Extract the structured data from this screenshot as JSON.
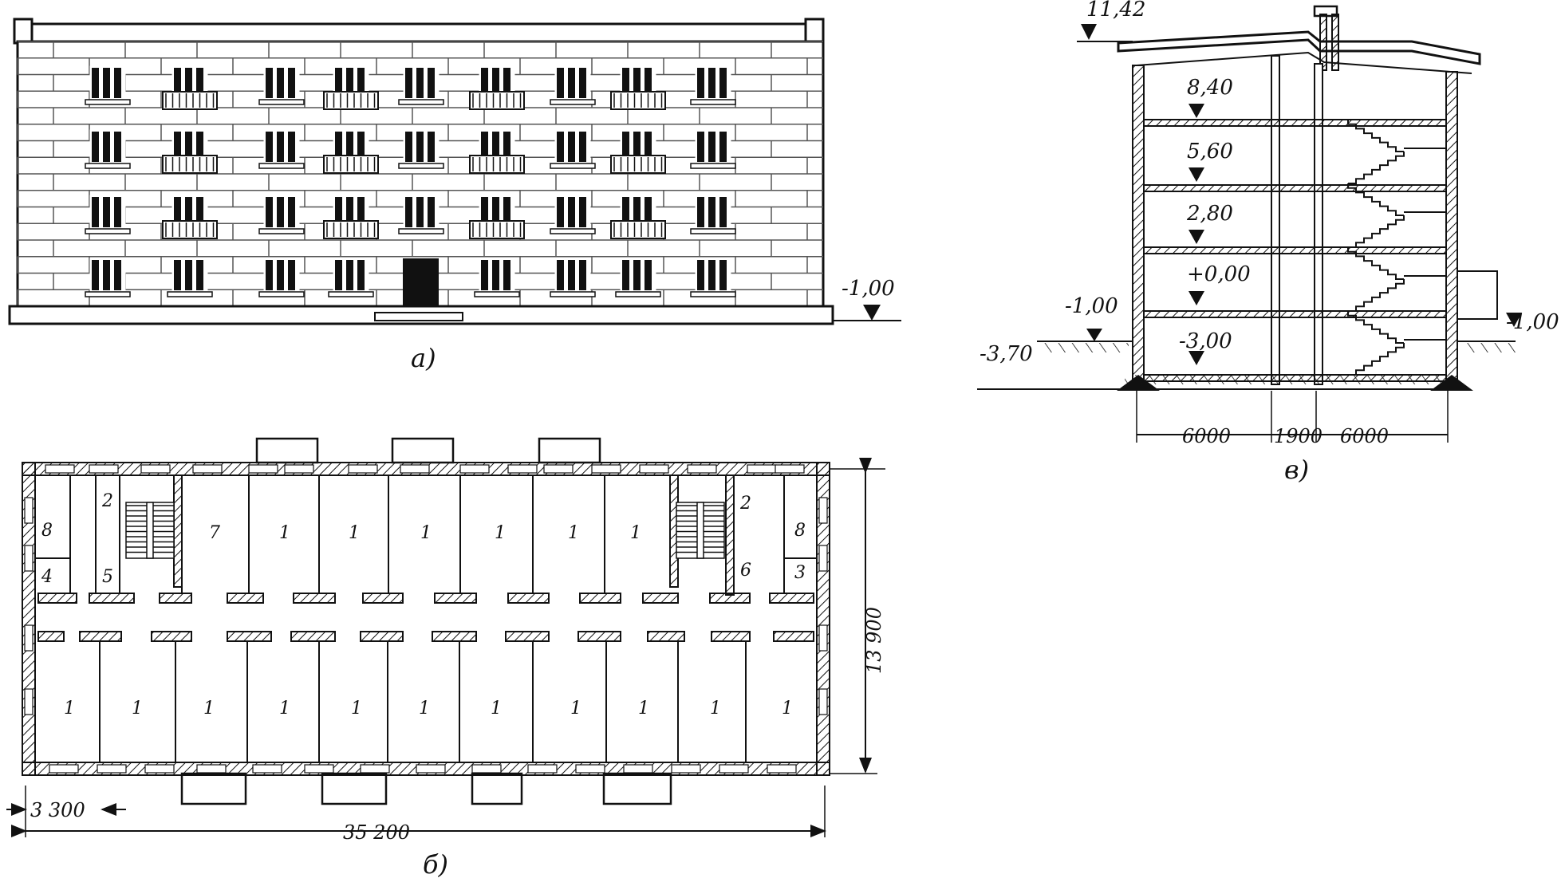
{
  "elevation_view": {
    "caption": "а)",
    "ground_mark": "-1,00"
  },
  "plan_view": {
    "caption": "б)",
    "dim_total_length": "35 200",
    "dim_end_bay": "3 300",
    "dim_depth": "13 900",
    "rooms_top": [
      "8",
      "4",
      "2",
      "5",
      "7",
      "1",
      "1",
      "1",
      "1",
      "1",
      "1",
      "2",
      "6",
      "8",
      "3"
    ],
    "rooms_bottom": [
      "1",
      "1",
      "1",
      "1",
      "1",
      "1",
      "1",
      "1",
      "1",
      "1",
      "1"
    ]
  },
  "section_view": {
    "caption": "в)",
    "marks": {
      "roof": "11,42",
      "fl4": "8,40",
      "fl3": "5,60",
      "fl2": "2,80",
      "fl1": "+0,00",
      "basement": "-3,00",
      "ground_left": "-1,00",
      "ground_right": "-1,00",
      "foundation": "-3,70"
    },
    "dims": [
      "6000",
      "1900",
      "6000"
    ]
  }
}
